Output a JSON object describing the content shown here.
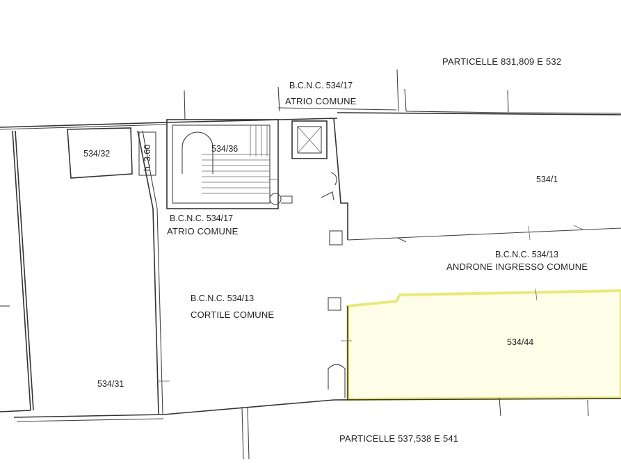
{
  "labels": {
    "particelle_north": "PARTICELLE  831,809 E 532",
    "particelle_south": "PARTICELLE  537,538 E 541",
    "bcnc_atrio_top": "B.C.N.C. 534/17",
    "atrio_top": "ATRIO COMUNE",
    "unit_534_32": "534/32",
    "unit_534_36": "534/36",
    "height_mark": "h. 3.60",
    "bcnc_atrio_mid": "B.C.N.C. 534/17",
    "atrio_mid": "ATRIO COMUNE",
    "unit_534_1": "534/1",
    "bcnc_androne": "B.C.N.C. 534/13",
    "androne": "ANDRONE INGRESSO COMUNE",
    "bcnc_cortile": "B.C.N.C. 534/13",
    "cortile": "CORTILE COMUNE",
    "unit_534_44": "534/44",
    "unit_534_31": "534/31"
  },
  "colors": {
    "highlight_fill": "#fdfde8",
    "highlight_stroke": "#e7ea7a",
    "line": "#333333"
  }
}
